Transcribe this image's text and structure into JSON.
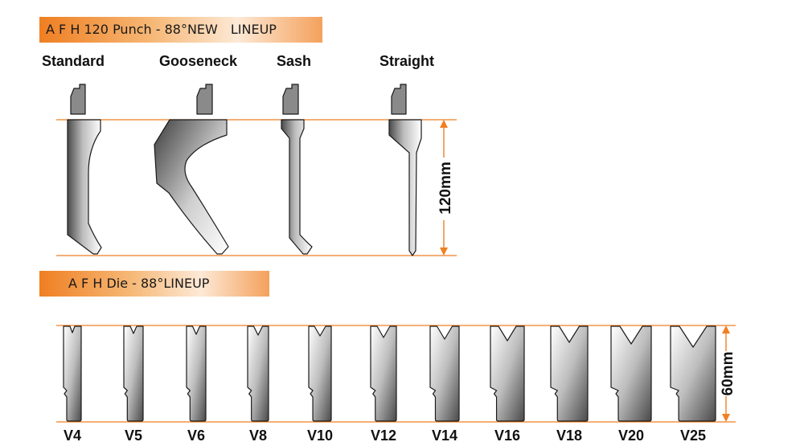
{
  "punch_section": {
    "title": "A F H 120 Punch - 88°NEW　LINEUP",
    "types": [
      "Standard",
      "Gooseneck",
      "Sash",
      "Straight"
    ],
    "height_label": "120mm"
  },
  "die_section": {
    "title": "A F H Die - 88°LINEUP",
    "sizes": [
      "V4",
      "V5",
      "V6",
      "V8",
      "V10",
      "V12",
      "V14",
      "V16",
      "V18",
      "V20",
      "V25"
    ],
    "height_label": "60mm"
  },
  "colors": {
    "accent_orange": "#ef7f22",
    "tool_outline": "#1a1a1a",
    "tool_dark": "#4a4a4a",
    "tool_light": "#ffffff"
  }
}
